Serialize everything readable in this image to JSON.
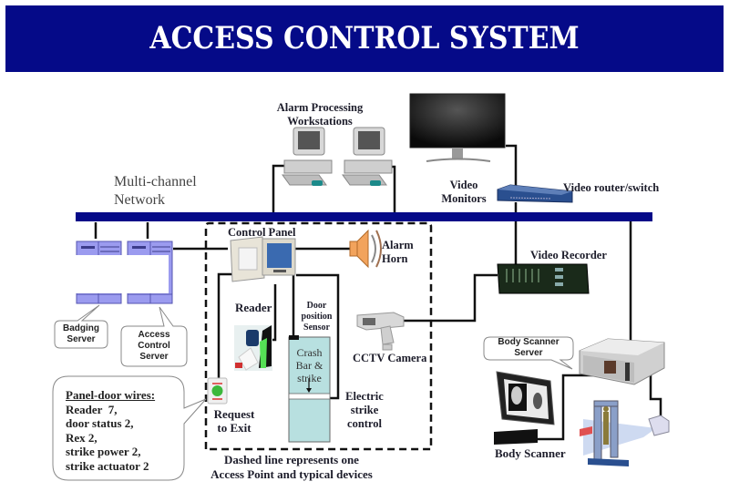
{
  "title": "ACCESS CONTROL SYSTEM",
  "colors": {
    "banner": "#050a88",
    "network_bar": "#050a88",
    "server_fill": "#9b9bef",
    "door_fill": "#b8e0e0",
    "wire": "#111111"
  },
  "network": {
    "label_line1": "Multi-channel",
    "label_line2": "Network"
  },
  "devices": {
    "alarm_workstations": {
      "line1": "Alarm Processing",
      "line2": "Workstations",
      "icon": "desktop-computer-icon"
    },
    "video_monitors": {
      "line1": "Video",
      "line2": "Monitors",
      "icon": "lcd-monitor-icon"
    },
    "video_router": {
      "label": "Video router/switch",
      "icon": "network-switch-icon"
    },
    "video_recorder": {
      "label": "Video Recorder",
      "icon": "dvr-icon"
    },
    "control_panel": {
      "label": "Control Panel",
      "icon": "control-panel-icon"
    },
    "alarm_horn": {
      "line1": "Alarm",
      "line2": "Horn",
      "icon": "speaker-icon"
    },
    "reader": {
      "label": "Reader",
      "icon": "card-reader-icon"
    },
    "door_sensor": {
      "line1": "Door",
      "line2": "position",
      "line3": "Sensor"
    },
    "crash_bar": {
      "line1": "Crash",
      "line2": "Bar &",
      "line3": "strike",
      "icon": "door-icon"
    },
    "electric_strike": {
      "line1": "Electric",
      "line2": "strike",
      "line3": "control"
    },
    "request_exit": {
      "line1": "Request",
      "line2": "to Exit",
      "icon": "exit-button-icon"
    },
    "cctv_camera": {
      "label": "CCTV Camera",
      "icon": "cctv-camera-icon"
    },
    "body_scanner_server": {
      "line1": "Body Scanner",
      "line2": "Server",
      "icon": "rack-server-icon"
    },
    "body_scanner": {
      "label": "Body Scanner",
      "icon": "body-scanner-icon"
    }
  },
  "servers": {
    "badging": {
      "line1": "Badging",
      "line2": "Server"
    },
    "access_control": {
      "line1": "Access",
      "line2": "Control",
      "line3": "Server"
    }
  },
  "access_point_note": {
    "line1": "Dashed line represents one",
    "line2": "Access Point and typical devices"
  },
  "panel_door_wires": {
    "header": "Panel-door wires:",
    "items": [
      "Reader  7,",
      "door status 2,",
      "Rex 2,",
      "strike power 2,",
      "strike actuator 2"
    ]
  }
}
